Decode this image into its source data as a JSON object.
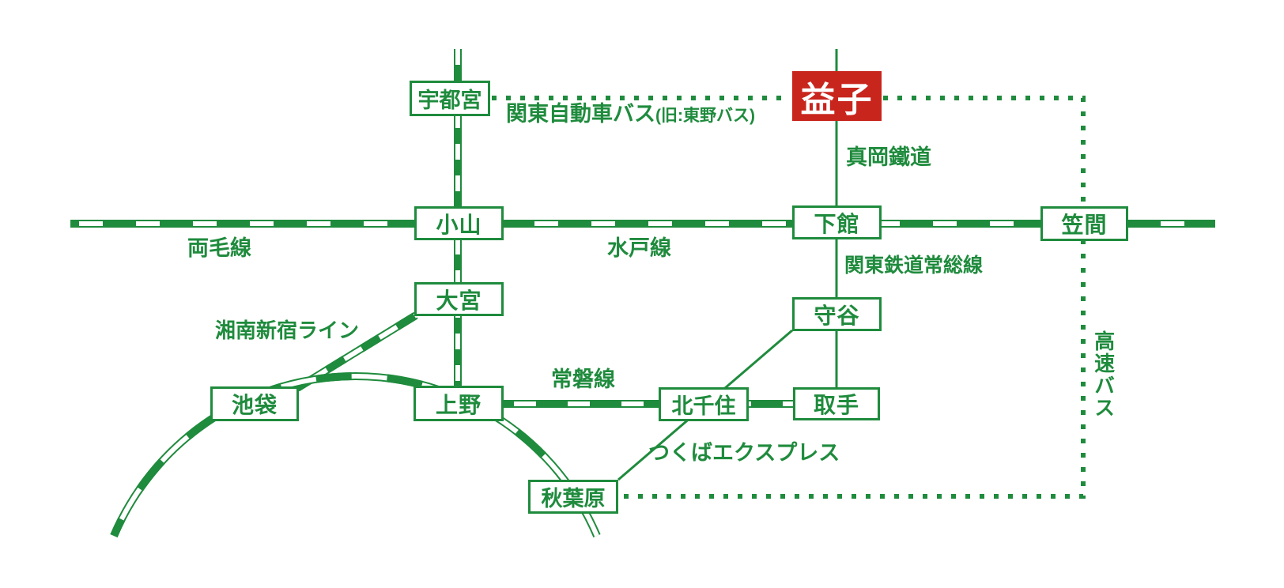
{
  "map": {
    "kind": "railway-access-route-map",
    "colors": {
      "line_green": "#1f8b3d",
      "destination_red": "#c8251d",
      "station_fill": "#ffffff",
      "destination_text": "#ffffff",
      "background": "#ffffff"
    }
  },
  "stations": {
    "utsunomiya": {
      "label": "宇都宮"
    },
    "mashiko": {
      "label": "益子"
    },
    "oyama": {
      "label": "小山"
    },
    "shimodate": {
      "label": "下館"
    },
    "kasama": {
      "label": "笠間"
    },
    "omiya": {
      "label": "大宮"
    },
    "moriya": {
      "label": "守谷"
    },
    "ikebukuro": {
      "label": "池袋"
    },
    "ueno": {
      "label": "上野"
    },
    "kitasenju": {
      "label": "北千住"
    },
    "toride": {
      "label": "取手"
    },
    "akihabara": {
      "label": "秋葉原"
    }
  },
  "line_labels": {
    "kanto_bus": {
      "main": "関東自動車バス",
      "note": "(旧:東野バス)"
    },
    "moka_railway": "真岡鐵道",
    "ryomo_line": "両毛線",
    "mito_line": "水戸線",
    "joso_line": "関東鉄道常総線",
    "shonan_shinjuku_line": "湘南新宿ライン",
    "joban_line": "常磐線",
    "tsukuba_express": "つくばエクスプレス",
    "kosoku_bus": "高速バス"
  }
}
